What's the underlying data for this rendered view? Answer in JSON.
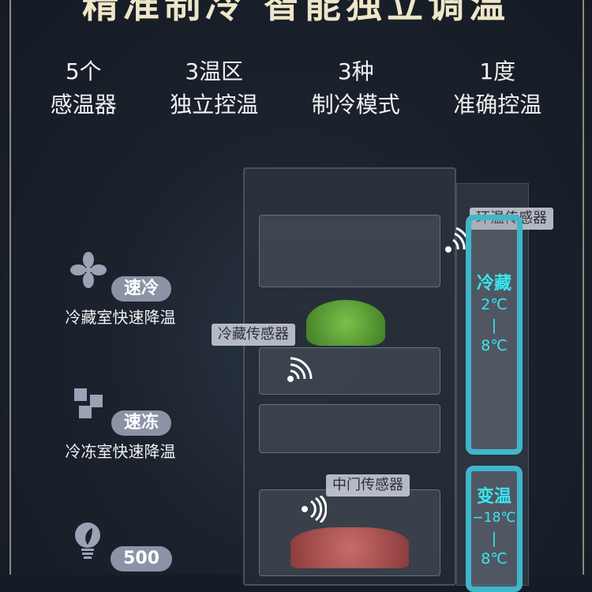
{
  "title": "精准制冷 智能独立调温",
  "stats": [
    {
      "top": "5个",
      "bottom": "感温器"
    },
    {
      "top": "3温区",
      "bottom": "独立控温"
    },
    {
      "top": "3种",
      "bottom": "制冷模式"
    },
    {
      "top": "1度",
      "bottom": "准确控温"
    }
  ],
  "features": [
    {
      "icon": "fan-icon",
      "label": "速冷",
      "desc": "冷藏室快速降温"
    },
    {
      "icon": "ice-cubes-icon",
      "label": "速冻",
      "desc": "冷冻室快速降温"
    },
    {
      "icon": "eco-bulb-icon",
      "label": "500"
    }
  ],
  "sensors": {
    "ambient": "环温传感器",
    "fridge": "冷藏传感器",
    "middle": "中门传感器"
  },
  "zones": [
    {
      "name": "冷藏",
      "min": "2℃",
      "sep": "|",
      "max": "8℃"
    },
    {
      "name": "变温",
      "min": "−18℃",
      "sep": "|",
      "max": "8℃"
    }
  ],
  "colors": {
    "accent": "#39e7f0",
    "zone_border": "#3fb7c9",
    "title": "#efe6c8"
  }
}
